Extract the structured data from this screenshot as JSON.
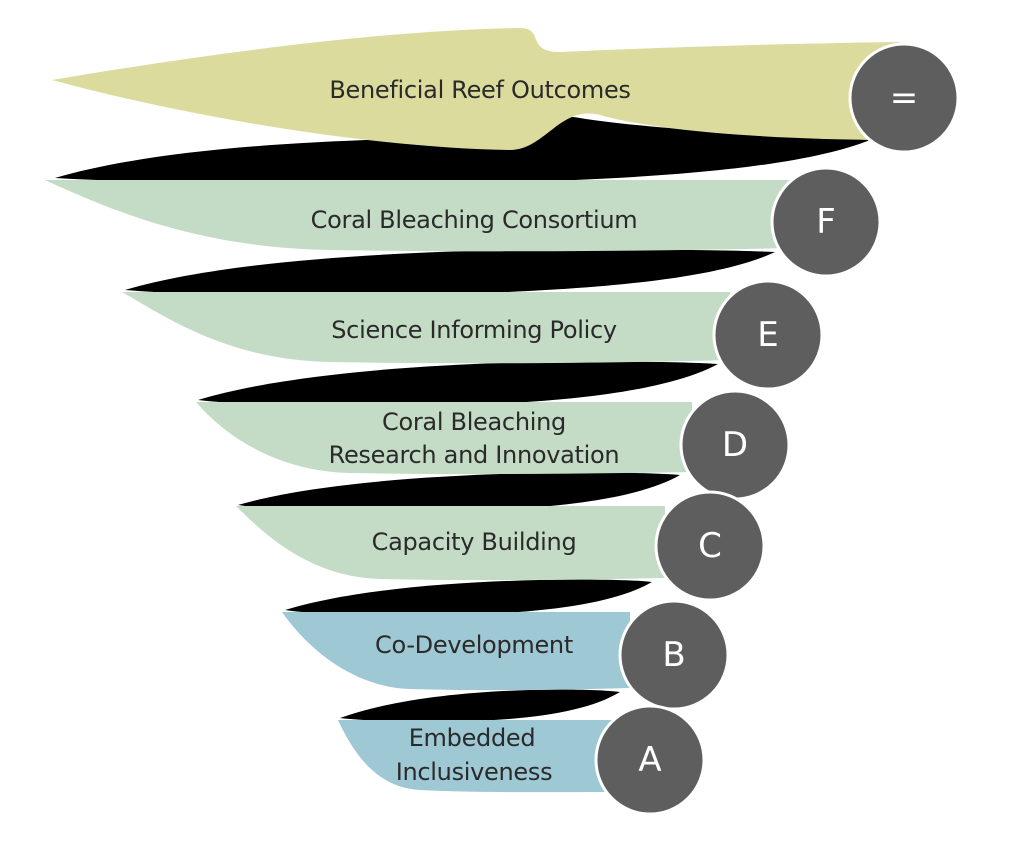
{
  "diagram": {
    "levels": [
      {
        "id": "eq",
        "badge": "=",
        "label": [
          "Beneficial Reef Outcomes"
        ],
        "color": "#dbdb9e"
      },
      {
        "id": "F",
        "badge": "F",
        "label": [
          "Coral Bleaching Consortium"
        ],
        "color": "#c4dcc5"
      },
      {
        "id": "E",
        "badge": "E",
        "label": [
          "Science Informing Policy"
        ],
        "color": "#c4dcc5"
      },
      {
        "id": "D",
        "badge": "D",
        "label": [
          "Coral Bleaching",
          "Research and Innovation"
        ],
        "color": "#c4dcc5"
      },
      {
        "id": "C",
        "badge": "C",
        "label": [
          "Capacity Building"
        ],
        "color": "#c4dcc5"
      },
      {
        "id": "B",
        "badge": "B",
        "label": [
          "Co-Development"
        ],
        "color": "#9ec8d4"
      },
      {
        "id": "A",
        "badge": "A",
        "label": [
          "Embedded",
          "Inclusiveness"
        ],
        "color": "#9ec8d4"
      }
    ],
    "badge_color": "#5e5e5e",
    "shadow_color": "#000000"
  }
}
